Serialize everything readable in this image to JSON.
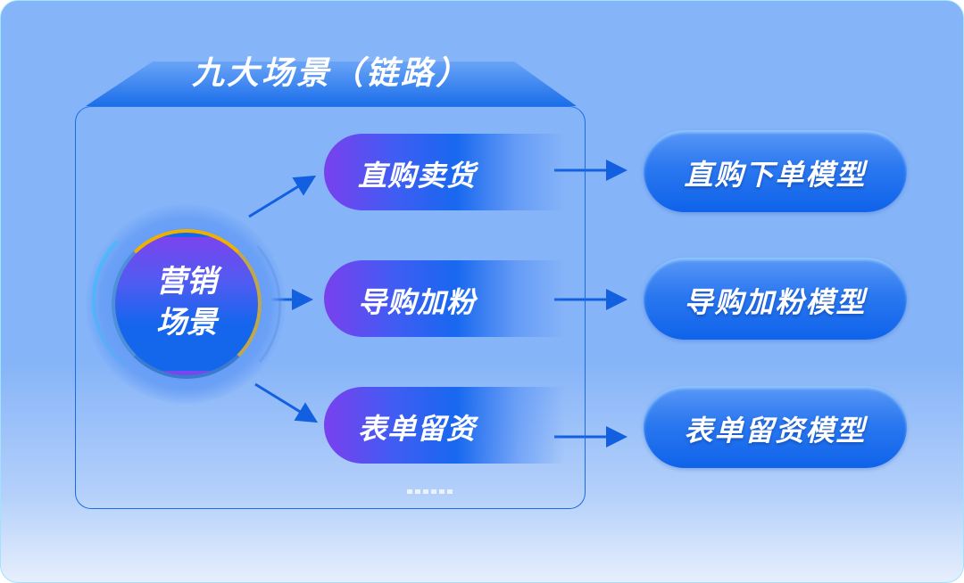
{
  "title": "九大场景（链路）",
  "center_node": {
    "line1": "营销",
    "line2": "场景"
  },
  "scenarios": [
    {
      "label": "直购卖货",
      "model": "直购下单模型"
    },
    {
      "label": "导购加粉",
      "model": "导购加粉模型"
    },
    {
      "label": "表单留资",
      "model": "表单留资模型"
    }
  ],
  "more_indicator": "more-dots",
  "colors": {
    "accent": "#1566ec",
    "purple": "#7a40ee",
    "ring": "#f0b000",
    "background": "#86b4f8"
  }
}
